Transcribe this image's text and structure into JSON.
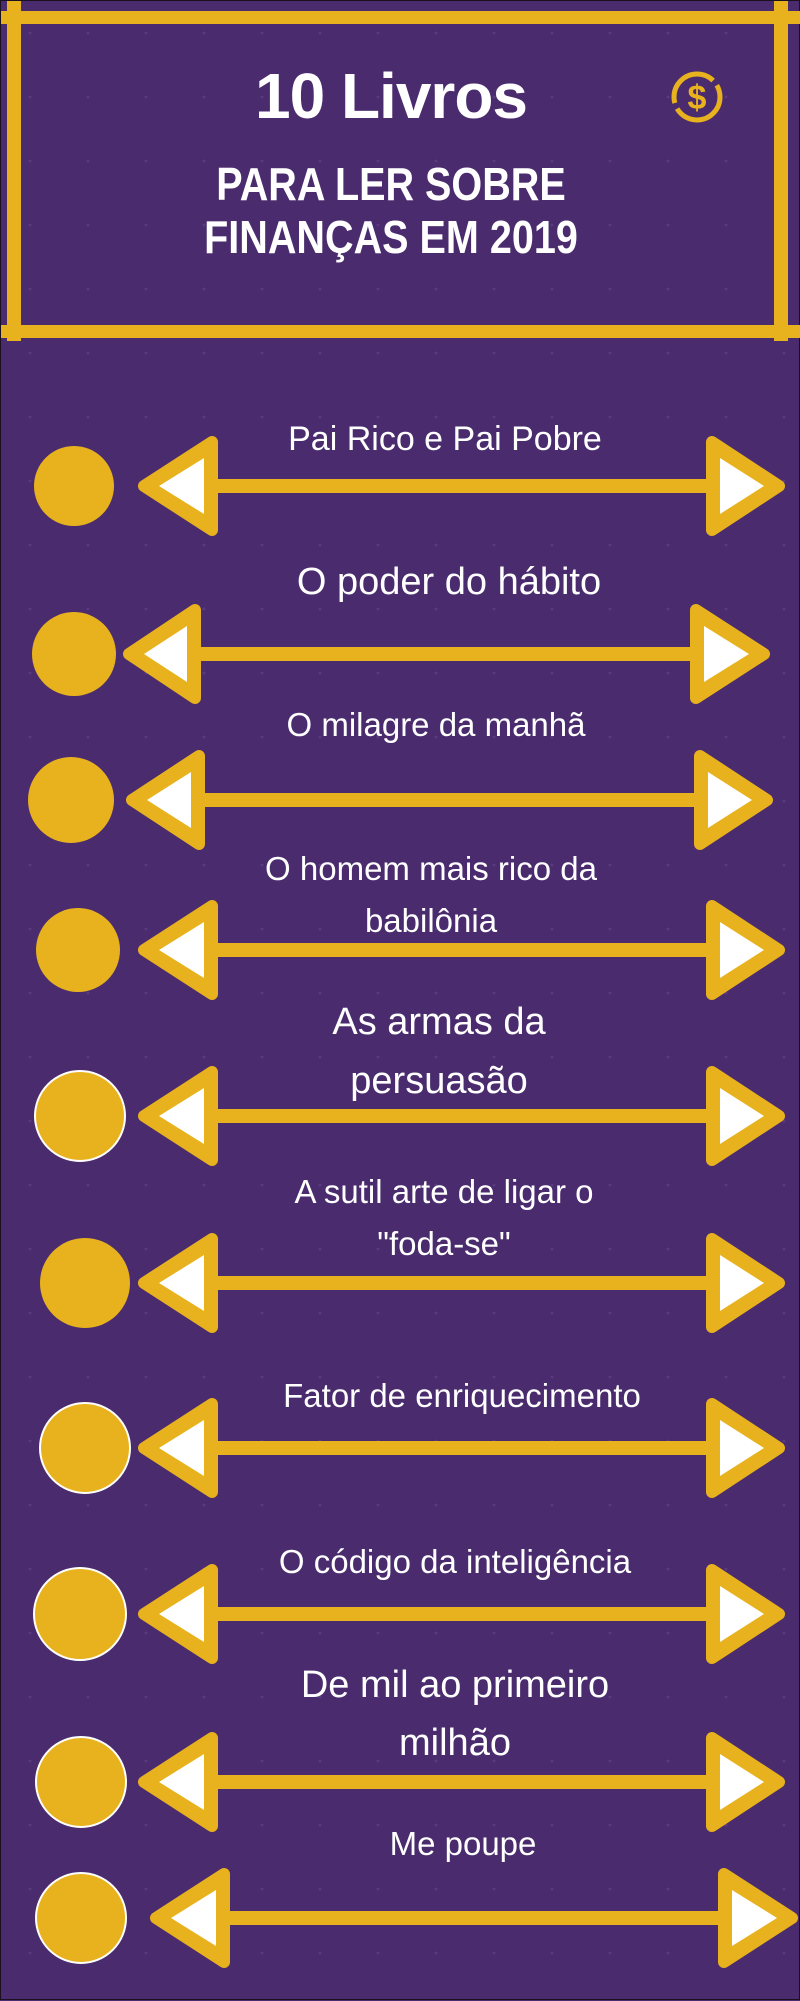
{
  "header": {
    "title": "10 Livros",
    "subtitle_line1": "PARA LER SOBRE",
    "subtitle_line2": "FINANÇAS EM 2019",
    "icon": "dollar-coin-icon"
  },
  "books": [
    {
      "lines": [
        "Pai Rico e Pai Pobre"
      ]
    },
    {
      "lines": [
        "O poder do hábito"
      ]
    },
    {
      "lines": [
        "O milagre da manhã"
      ]
    },
    {
      "lines": [
        "O homem mais rico da",
        "babilônia"
      ]
    },
    {
      "lines": [
        "As armas da",
        "persuasão"
      ]
    },
    {
      "lines": [
        "A sutil arte de ligar o",
        "\"foda-se\""
      ]
    },
    {
      "lines": [
        "Fator de enriquecimento"
      ]
    },
    {
      "lines": [
        "O código da inteligência"
      ]
    },
    {
      "lines": [
        "De mil ao primeiro",
        "milhão"
      ]
    },
    {
      "lines": [
        "Me poupe"
      ]
    }
  ],
  "colors": {
    "background": "#4a2c6e",
    "accent": "#e8b21e",
    "white": "#ffffff"
  }
}
